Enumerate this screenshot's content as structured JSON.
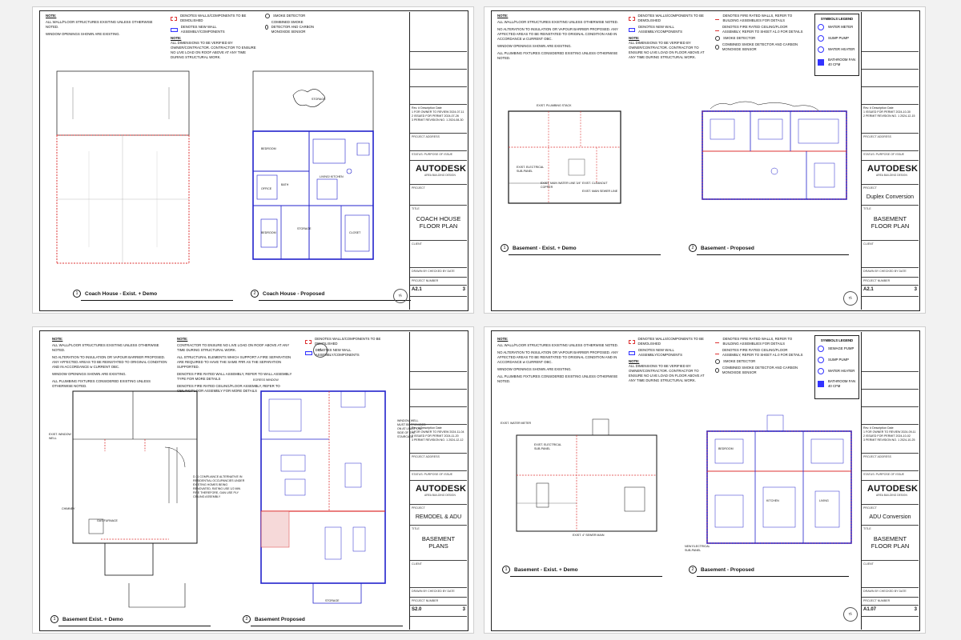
{
  "common": {
    "autodesk": "AUTODESK",
    "autodesk_sub": "AREA BUILDING DESIGN",
    "rev_header": "Rev. #   Description   Date",
    "project_address": "PROJECT ADDRESS",
    "status": "STATUS:    PURPOSE OF ISSUE",
    "client": "CLIENT",
    "drawn_row": "DRAWN BY     CHECKED BY     DATE",
    "project_no": "PROJECT NUMBER",
    "title_label": "TITLE",
    "project_label": "PROJECT"
  },
  "sheets": [
    {
      "notes_title": "NOTE:",
      "notes": [
        "ALL WALL/FLOOR STRUCTURES EXISTING UNLESS OTHERWISE NOTED.",
        "WINDOW OPENINGS SHOWN ARE EXISTING."
      ],
      "legend": [
        "DENOTES WALLS/COMPONENTS TO BE DEMOLISHED",
        "DENOTES NEW WALL ASSEMBLY/COMPONENTS"
      ],
      "legend_note": "ALL DIMENSIONS TO BE VERIFIED BY OWNER/CONTRACTOR. CONTRACTOR TO ENSURE NO LIVE LOAD ON ROOF ABOVE AT ANY TIME DURING STRUCTURAL WORK.",
      "legend2": [
        "SMOKE DETECTOR",
        "COMBINED SMOKE DETECTOR AND CARBON MONOXIDE SENSOR"
      ],
      "project_name": "",
      "title": "COACH HOUSE FLOOR PLAN",
      "sheet_no": "A2.1",
      "sheet_of": "3",
      "revs": [
        "1  FOR OWNER TO REVIEW  2024-07-11",
        "2  ISSUED FOR PERMIT  2024-07-26",
        "3  PERMIT REVISION NO. 1  2024-08-30"
      ],
      "caption1_num": "1",
      "caption1": "Coach House - Exist. + Demo",
      "caption2_num": "2",
      "caption2": "Coach House - Proposed",
      "plan_labels": [
        "STORAGE",
        "BEDROOM",
        "OFFICE",
        "LIVING/ KITCHEN",
        "BATH",
        "STORAGE",
        "BEDROOM",
        "CLOSET"
      ]
    },
    {
      "notes_title": "NOTE:",
      "notes": [
        "ALL WALL/FLOOR STRUCTURES EXISTING UNLESS OTHERWISE NOTED.",
        "NO ALTERATION TO INSULATION OR VAPOUR BARRIER PROPOSED. ANY AFFECTED AREAS TO BE REINSTATED TO ORIGINAL CONDITION AND IN ACCORDANCE w CURRENT OBC.",
        "WINDOW OPENINGS SHOWN ARE EXISTING.",
        "ALL PLUMBING FIXTURES CONSIDERED EXISTING UNLESS OTHERWISE NOTED."
      ],
      "legend": [
        "DENOTES WALLS/COMPONENTS TO BE DEMOLISHED",
        "DENOTES NEW WALL ASSEMBLY/COMPONENTS"
      ],
      "legend_note": "ALL DIMENSIONS TO BE VERIFIED BY OWNER/CONTRACTOR. CONTRACTOR TO ENSURE NO LIVE LOAD ON FLOOR ABOVE AT ANY TIME DURING STRUCTURAL WORK.",
      "legend2": [
        "DENOTES FIRE RATED WALLS, REFER TO BUILDING ASSEMBLIES FOR DETAILS",
        "DENOTES FIRE RATED CEILING/FLOOR ASSEMBLY, REFER TO SHEET A1.0 FOR DETAILS",
        "SMOKE DETECTOR",
        "COMBINED SMOKE DETECTOR AND CARBON MONOXIDE SENSOR"
      ],
      "symbols_title": "SYMBOLS LEGEND",
      "symbols": [
        "WATER METER",
        "SUMP PUMP",
        "WATER HEATER",
        "BATHROOM FAN 40 CFM"
      ],
      "project_name": "Duplex Conversion",
      "title": "BASEMENT FLOOR PLAN",
      "sheet_no": "A2.1",
      "sheet_of": "3",
      "revs": [
        "1  ISSUED FOR PERMIT  2024-10-30",
        "2  PERMIT REVISION NO. 1  2024-12-15"
      ],
      "caption1_num": "1",
      "caption1": "Basement - Exist. + Demo",
      "caption2_num": "2",
      "caption2": "Basement - Proposed",
      "plan_labels": [
        "EXIST. PLUMBING STACK",
        "EXIST. ELECTRICAL SUB-PANEL",
        "EXIST. MAIN WATER LINE 3/4\" COPPER",
        "EXIST. CLEANOUT",
        "EXIST. MAIN SEWER LINE"
      ]
    },
    {
      "notes_title": "NOTE:",
      "notes": [
        "ALL WALL/FLOOR STRUCTURES EXISTING UNLESS OTHERWISE NOTED.",
        "NO ALTERATION TO INSULATION OR VAPOUR BARRIER PROPOSED. ANY AFFECTED AREAS TO BE REINSTATED TO ORIGINAL CONDITION AND IN ACCORDANCE w CURRENT OBC.",
        "WINDOW OPENINGS SHOWN ARE EXISTING.",
        "ALL PLUMBING FIXTURES CONSIDERED EXISTING UNLESS OTHERWISE NOTED."
      ],
      "notes_b": [
        "CONTRACTOR TO ENSURE NO LIVE LOAD ON ROOF ABOVE AT ANY TIME DURING STRUCTURAL WORK.",
        "ALL STRUCTURAL ELEMENTS WHICH SUPPORT A FIRE SEPARATION ARE REQUIRED TO HAVE THE SAME FRR AS THE SEPARATION SUPPORTED.",
        "DENOTES FIRE RATED WALL ASSEMBLY, REFER TO WALL ASSEMBLY TYPE FOR MORE DETAILS",
        "DENOTES FIRE RATED CEILING/FLOOR ASSEMBLY, REFER TO CEILING/FLOOR ASSEMBLY FOR MORE DETAILS"
      ],
      "legend": [
        "DENOTES WALLS/COMPONENTS TO BE DEMOLISHED",
        "DENOTES NEW WALL ASSEMBLY/COMPONENTS"
      ],
      "project_name": "REMODEL & ADU",
      "title": "BASEMENT PLANS",
      "sheet_no": "S2.0",
      "sheet_of": "3",
      "revs": [
        "1  FOR OWNER TO REVIEW  2024-11-04",
        "2  ISSUED FOR PERMIT  2024-11-20",
        "3  PERMIT REVISION NO. 1  2024-12-12"
      ],
      "caption1_num": "1",
      "caption1": "Basement Exist. + Demo",
      "caption2_num": "2",
      "caption2": "Basement Proposed",
      "plan_labels": [
        "EXIST. WINDOW WELL",
        "EGRESS WINDOW",
        "CHIMNEY",
        "GAS FURNACE",
        "D.11 COMPLIANCE ALTERNATIVE IN RESIDENTIAL OCCUPANCIES UNDER EXISTING HOMES BEING RENOVATED, RATING USE 1/2 MIN FIRE THEREFORE, GAN USE PLY CEILING ASSEMBLY",
        "WINDOW WELL MUST BE PROVIDED ON AT LEAST ONE SIDE OF THE STAIRCASE",
        "STORAGE"
      ]
    },
    {
      "notes_title": "NOTE:",
      "notes": [
        "ALL WALL/FLOOR STRUCTURES EXISTING UNLESS OTHERWISE NOTED.",
        "NO ALTERATION TO INSULATION OR VAPOUR BARRIER PROPOSED. ANY AFFECTED AREAS TO BE REINSTATED TO ORIGINAL CONDITION AND IN ACCORDANCE w CURRENT OBC.",
        "WINDOW OPENINGS SHOWN ARE EXISTING.",
        "ALL PLUMBING FIXTURES CONSIDERED EXISTING UNLESS OTHERWISE NOTED."
      ],
      "legend": [
        "DENOTES WALLS/COMPONENTS TO BE DEMOLISHED",
        "DENOTES NEW WALL ASSEMBLY/COMPONENTS"
      ],
      "legend_note": "ALL DIMENSIONS TO BE VERIFIED BY OWNER/CONTRACTOR. CONTRACTOR TO ENSURE NO LIVE LOAD ON FLOOR ABOVE AT ANY TIME DURING STRUCTURAL WORK.",
      "legend2": [
        "DENOTES FIRE RATED WALLS, REFER TO BUILDING ASSEMBLIES FOR DETAILS",
        "DENOTES FIRE RATED CEILING/FLOOR ASSEMBLY, REFER TO SHEET A1.0 FOR DETAILS",
        "SMOKE DETECTOR",
        "COMBINED SMOKE DETECTOR AND CARBON MONOXIDE SENSOR"
      ],
      "symbols_title": "SYMBOLS LEGEND",
      "symbols": [
        "SEWAGE PUMP",
        "SUMP PUMP",
        "WATER HEATER",
        "BATHROOM FAN 40 CFM"
      ],
      "project_name": "ADU Conversion",
      "title": "BASEMENT FLOOR PLAN",
      "sheet_no": "A1.07",
      "sheet_of": "3",
      "revs": [
        "1  FOR OWNER TO REVIEW  2024-09-11",
        "2  ISSUED FOR PERMIT  2024-10-02",
        "3  PERMIT REVISION NO. 1  2024-10-25"
      ],
      "caption1_num": "1",
      "caption1": "Basement - Exist. + Demo",
      "caption2_num": "2",
      "caption2": "Basement - Proposed",
      "plan_labels": [
        "EXIST. WATER METER",
        "EXIST. ELECTRICAL SUB-PANEL",
        "EXIST. 4\" SEWER MAIN",
        "NEW ELECTRICAL SUB-PANEL",
        "BEDROOM",
        "KITCHEN",
        "LIVING"
      ]
    }
  ]
}
